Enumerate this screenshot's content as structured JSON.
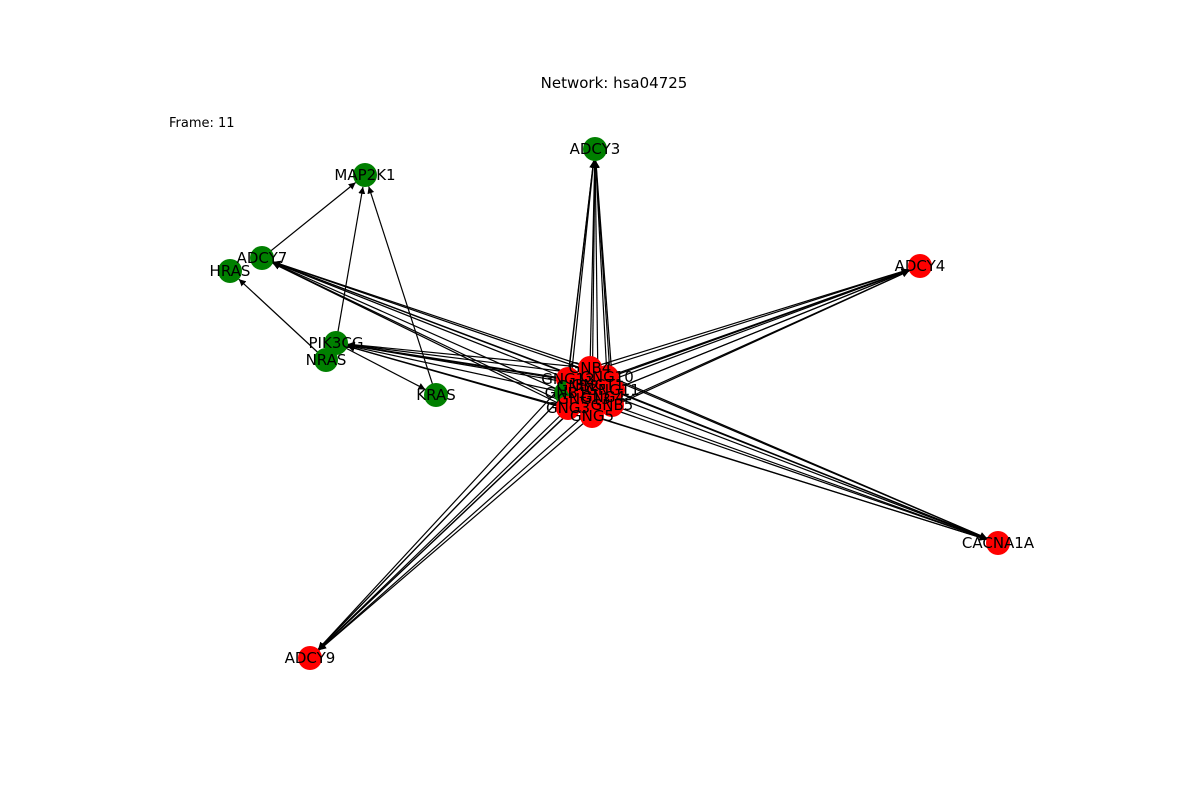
{
  "title": "Network: hsa04725",
  "frame_label": "Frame: 11",
  "colors": {
    "active": "#008000",
    "inactive": "#ff0000",
    "edge": "#000000"
  },
  "nodes": [
    {
      "id": "MAP2K1",
      "label": "MAP2K1",
      "state": "active"
    },
    {
      "id": "ADCY3",
      "label": "ADCY3",
      "state": "active"
    },
    {
      "id": "ADCY7",
      "label": "ADCY7",
      "state": "active"
    },
    {
      "id": "HRAS",
      "label": "HRAS",
      "state": "active"
    },
    {
      "id": "PIK3CG",
      "label": "PIK3CG",
      "state": "active"
    },
    {
      "id": "NRAS",
      "label": "NRAS",
      "state": "active"
    },
    {
      "id": "KRAS",
      "label": "KRAS",
      "state": "active"
    },
    {
      "id": "ADCY4",
      "label": "ADCY4",
      "state": "inactive"
    },
    {
      "id": "CACNA1A",
      "label": "CACNA1A",
      "state": "inactive"
    },
    {
      "id": "ADCY9",
      "label": "ADCY9",
      "state": "inactive"
    },
    {
      "id": "GNB4",
      "label": "GNB4",
      "state": "inactive"
    },
    {
      "id": "GNG10",
      "label": "GNG10",
      "state": "inactive"
    },
    {
      "id": "GNG11",
      "label": "GNG11",
      "state": "inactive"
    },
    {
      "id": "GNG12",
      "label": "GNG12",
      "state": "inactive"
    },
    {
      "id": "GNGT1",
      "label": "GNGT1",
      "state": "inactive"
    },
    {
      "id": "GNB1",
      "label": "GNB1",
      "state": "active"
    },
    {
      "id": "GNG3",
      "label": "GNG3",
      "state": "inactive"
    },
    {
      "id": "GNG5",
      "label": "GNG5",
      "state": "inactive"
    },
    {
      "id": "GNB5",
      "label": "GNB5",
      "state": "inactive"
    },
    {
      "id": "GNG13",
      "label": "GNG13",
      "state": "inactive"
    },
    {
      "id": "GNB2",
      "label": "GNB2",
      "state": "inactive"
    },
    {
      "id": "GNG4",
      "label": "GNG4",
      "state": "inactive"
    }
  ],
  "edges": [
    [
      "ADCY7",
      "MAP2K1"
    ],
    [
      "PIK3CG",
      "MAP2K1"
    ],
    [
      "KRAS",
      "MAP2K1"
    ],
    [
      "NRAS",
      "HRAS"
    ],
    [
      "PIK3CG",
      "KRAS"
    ],
    [
      "GNB4",
      "ADCY3"
    ],
    [
      "GNG10",
      "ADCY3"
    ],
    [
      "GNG11",
      "ADCY3"
    ],
    [
      "GNG12",
      "ADCY3"
    ],
    [
      "GNGT1",
      "ADCY3"
    ],
    [
      "GNB1",
      "ADCY3"
    ],
    [
      "GNG3",
      "ADCY3"
    ],
    [
      "GNG5",
      "ADCY3"
    ],
    [
      "GNB5",
      "ADCY3"
    ],
    [
      "GNB4",
      "ADCY4"
    ],
    [
      "GNG10",
      "ADCY4"
    ],
    [
      "GNG11",
      "ADCY4"
    ],
    [
      "GNG12",
      "ADCY4"
    ],
    [
      "GNGT1",
      "ADCY4"
    ],
    [
      "GNB1",
      "ADCY4"
    ],
    [
      "GNG3",
      "ADCY4"
    ],
    [
      "GNG5",
      "ADCY4"
    ],
    [
      "GNB5",
      "ADCY4"
    ],
    [
      "GNB4",
      "ADCY7"
    ],
    [
      "GNG10",
      "ADCY7"
    ],
    [
      "GNG11",
      "ADCY7"
    ],
    [
      "GNG12",
      "ADCY7"
    ],
    [
      "GNGT1",
      "ADCY7"
    ],
    [
      "GNB1",
      "ADCY7"
    ],
    [
      "GNG3",
      "ADCY7"
    ],
    [
      "GNG5",
      "ADCY7"
    ],
    [
      "GNB4",
      "PIK3CG"
    ],
    [
      "GNG10",
      "PIK3CG"
    ],
    [
      "GNG11",
      "PIK3CG"
    ],
    [
      "GNG12",
      "PIK3CG"
    ],
    [
      "GNGT1",
      "PIK3CG"
    ],
    [
      "GNB1",
      "PIK3CG"
    ],
    [
      "GNG3",
      "PIK3CG"
    ],
    [
      "GNG5",
      "PIK3CG"
    ],
    [
      "GNB4",
      "CACNA1A"
    ],
    [
      "GNG10",
      "CACNA1A"
    ],
    [
      "GNG11",
      "CACNA1A"
    ],
    [
      "GNG12",
      "CACNA1A"
    ],
    [
      "GNGT1",
      "CACNA1A"
    ],
    [
      "GNB1",
      "CACNA1A"
    ],
    [
      "GNG3",
      "CACNA1A"
    ],
    [
      "GNG5",
      "CACNA1A"
    ],
    [
      "GNB5",
      "CACNA1A"
    ],
    [
      "GNB4",
      "ADCY9"
    ],
    [
      "GNG10",
      "ADCY9"
    ],
    [
      "GNG11",
      "ADCY9"
    ],
    [
      "GNG12",
      "ADCY9"
    ],
    [
      "GNGT1",
      "ADCY9"
    ],
    [
      "GNB1",
      "ADCY9"
    ],
    [
      "GNG3",
      "ADCY9"
    ],
    [
      "GNG5",
      "ADCY9"
    ]
  ]
}
